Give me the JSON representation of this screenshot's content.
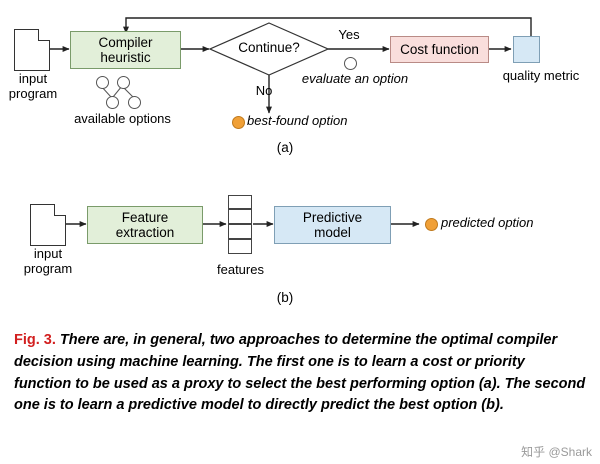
{
  "figure": {
    "panel_a": {
      "id": "(a)",
      "input_label": "input\nprogram",
      "input_label_line1": "input",
      "input_label_line2": "program",
      "compiler_box": "Compiler\nheuristic",
      "compiler_box_line1": "Compiler",
      "compiler_box_line2": "heuristic",
      "available_options_label": "available options",
      "decision": "Continue?",
      "yes_label": "Yes",
      "no_label": "No",
      "evaluate_label": "evaluate an option",
      "cost_function_box": "Cost function",
      "quality_metric_label": "quality metric",
      "best_found_label": "best-found option"
    },
    "panel_b": {
      "id": "(b)",
      "input_label_line1": "input",
      "input_label_line2": "program",
      "feature_box_line1": "Feature",
      "feature_box_line2": "extraction",
      "features_label": "features",
      "predictive_box_line1": "Predictive",
      "predictive_box_line2": "model",
      "predicted_option_label": "predicted option"
    },
    "caption": {
      "fig_label": "Fig. 3.",
      "text": " There are, in general, two approaches to determine the optimal compiler decision using machine learning. The first one is to learn a cost or priority function to be used as a proxy to select the best performing option (a). The second one is to learn a predictive model to directly predict the best option (b)."
    },
    "watermark": "知乎 @Shark",
    "colors": {
      "green_fill": "#e2efd9",
      "pink_fill": "#f9dedc",
      "blue_fill": "#d6e8f5",
      "orange_dot": "#f0a037",
      "fig_label_red": "#d21f1f"
    }
  }
}
